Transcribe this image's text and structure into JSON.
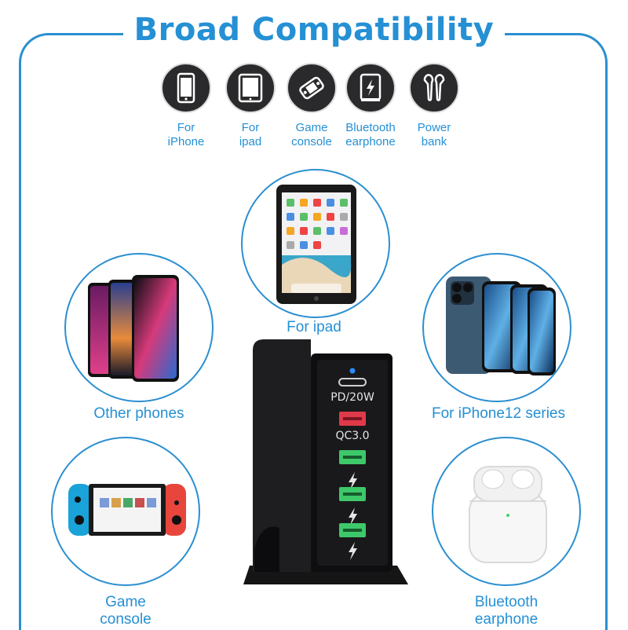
{
  "header": {
    "title": "Broad Compatibility"
  },
  "icon_row": [
    {
      "icon": "iphone-icon",
      "line1": "For",
      "line2": "iPhone"
    },
    {
      "icon": "ipad-icon",
      "line1": "For",
      "line2": "ipad"
    },
    {
      "icon": "game-controller-icon",
      "line1": "Game",
      "line2": "console"
    },
    {
      "icon": "power-bank-icon",
      "line1": "Bluetooth",
      "line2": "earphone"
    },
    {
      "icon": "earphone-icon",
      "line1": "Power",
      "line2": "bank"
    }
  ],
  "devices": {
    "ipad": "For ipad",
    "other_phones": "Other phones",
    "iphone12": "For iPhone12 series",
    "game_console_line1": "Game",
    "game_console_line2": "console",
    "bluetooth_line1": "Bluetooth",
    "bluetooth_line2": "earphone"
  },
  "charger": {
    "port_labels": [
      "PD/20W",
      "QC3.0"
    ]
  },
  "colors": {
    "accent": "#2590d4",
    "charger_body": "#1c1c1e",
    "usb_green": "#3ec86a",
    "qc_red": "#e03a4a"
  }
}
